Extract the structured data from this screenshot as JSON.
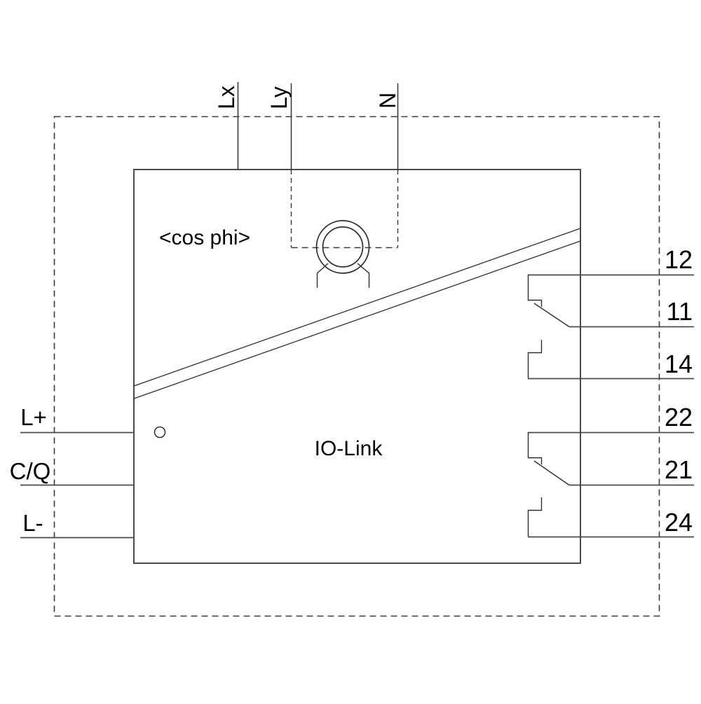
{
  "diagram": {
    "type": "wiring-connection-diagram",
    "top_terminals": [
      {
        "label": "Lx"
      },
      {
        "label": "Ly"
      },
      {
        "label": "N"
      }
    ],
    "left_terminals": [
      {
        "label": "L+"
      },
      {
        "label": "C/Q"
      },
      {
        "label": "L-"
      }
    ],
    "right_terminals": [
      {
        "label": "12"
      },
      {
        "label": "11"
      },
      {
        "label": "14"
      },
      {
        "label": "22"
      },
      {
        "label": "21"
      },
      {
        "label": "24"
      }
    ],
    "device": {
      "measurement_label": "<cos phi>",
      "interface_label": "IO-Link"
    },
    "symbols": [
      {
        "name": "current-transformer-icon"
      },
      {
        "name": "led-indicator-icon"
      },
      {
        "name": "changeover-relay-contact-icon"
      },
      {
        "name": "changeover-relay-contact-icon"
      }
    ],
    "colors": {
      "line": "#3a3a3a",
      "text": "#000000",
      "background": "#ffffff"
    }
  }
}
